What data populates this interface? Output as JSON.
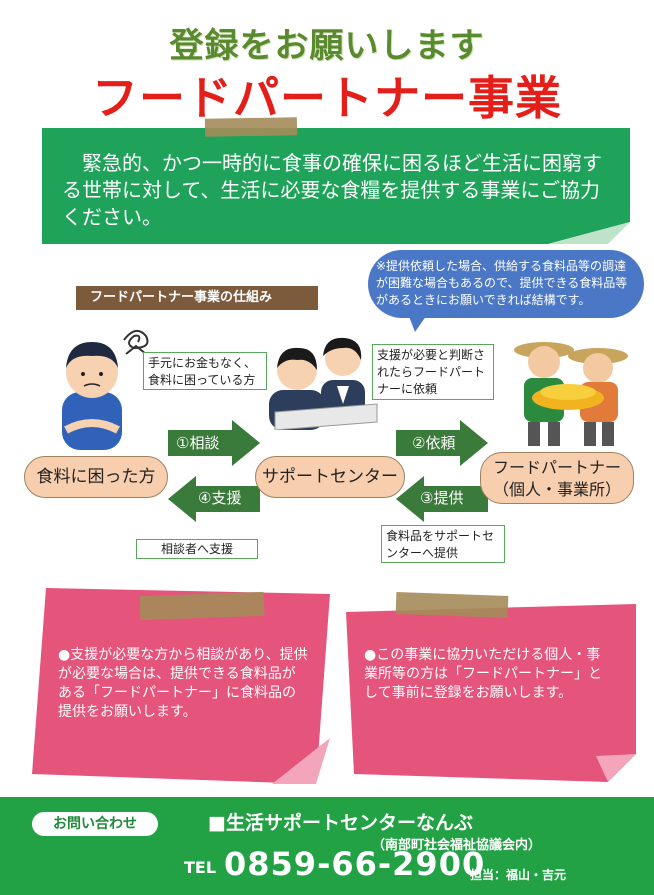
{
  "header": {
    "subtitle": "登録をお願いします",
    "title": "フードパートナー事業"
  },
  "intro": {
    "text": "緊急的、かつ一時的に食事の確保に困るほど生活に困窮する世帯に対して、生活に必要な食糧を提供する事業にご協力ください。"
  },
  "note": {
    "text": "※提供依頼した場合、供給する食料品等の調達が困難な場合もあるので、提供できる食料品等があるときにお願いできれば結構です。"
  },
  "section_title": "フードパートナー事業の仕組み",
  "diagram": {
    "person_caption": "手元にお金もなく、食料に困っている方",
    "center_caption": "支援が必要と判断されたらフードパートナーに依頼",
    "node_needy": "食料に困った方",
    "node_center": "サポートセンター",
    "node_partner_line1": "フードパートナー",
    "node_partner_line2": "（個人・事業所）",
    "arrow_consult": "①相談",
    "arrow_support": "④支援",
    "arrow_request": "②依頼",
    "arrow_provide": "③提供",
    "caption_support": "相談者へ支援",
    "caption_provide": "食料品をサポートセンターへ提供"
  },
  "cards": {
    "left": "●支援が必要な方から相談があり、提供が必要な場合は、提供できる食料品がある「フードパートナー」に食料品の提供をお願いします。",
    "right": "●この事業に協力いただける個人・事業所等の方は「フードパートナー」として事前に登録をお願いします。"
  },
  "footer": {
    "contact_label": "お問い合わせ",
    "org": "■生活サポートセンターなんぶ",
    "org_sub": "（南部町社会福祉協議会内）",
    "tel_label": "TEL",
    "tel": "0859-66-2900",
    "staff": "担当：福山・吉元"
  },
  "colors": {
    "green": "#1fa35a",
    "red": "#e41f19",
    "pink": "#e5547a",
    "blue": "#4a78c6",
    "footer": "#22a245"
  }
}
